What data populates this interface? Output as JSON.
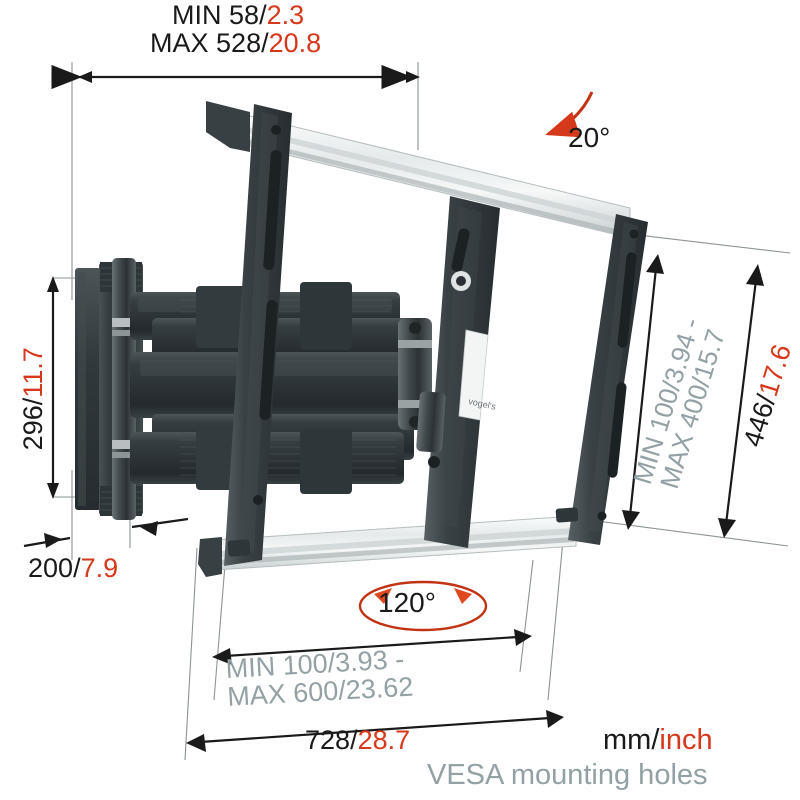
{
  "product": {
    "type": "full-motion-tv-wall-mount-technical-drawing",
    "units_legend": {
      "mm_label": "mm",
      "separator": "/",
      "inch_label": "inch",
      "vesa_label": "VESA mounting holes"
    },
    "colors": {
      "mm_black": "#1a1a1a",
      "inch_red": "#d6381b",
      "vesa_gray": "#93a0a4",
      "bracket_dark": "#3b4245",
      "rail_silver": "#e9ecec",
      "angle_orange": "#d6381b",
      "background": "#ffffff"
    }
  },
  "dimensions": {
    "depth_range": {
      "min_line": {
        "prefix": "MIN",
        "mm": "58",
        "sep": "/",
        "inch": "2.3"
      },
      "max_line": {
        "prefix": "MAX",
        "mm": "528",
        "sep": "/",
        "inch": "20.8"
      }
    },
    "height": {
      "mm": "296",
      "sep": "/",
      "inch": "11.7"
    },
    "wallplate_width": {
      "mm": "200",
      "sep": "/",
      "inch": "7.9"
    },
    "panel_height": {
      "mm": "446",
      "sep": "/",
      "inch": "17.6"
    },
    "panel_width": {
      "mm": "728",
      "sep": "/",
      "inch": "28.7"
    }
  },
  "vesa": {
    "vertical": {
      "min_line": "MIN 100/3.94 -",
      "max_line": "MAX 400/15.7"
    },
    "horizontal": {
      "min_line": "MIN 100/3.93 -",
      "max_line": "MAX 600/23.62"
    }
  },
  "angles": {
    "tilt": "20°",
    "swivel": "120°"
  }
}
